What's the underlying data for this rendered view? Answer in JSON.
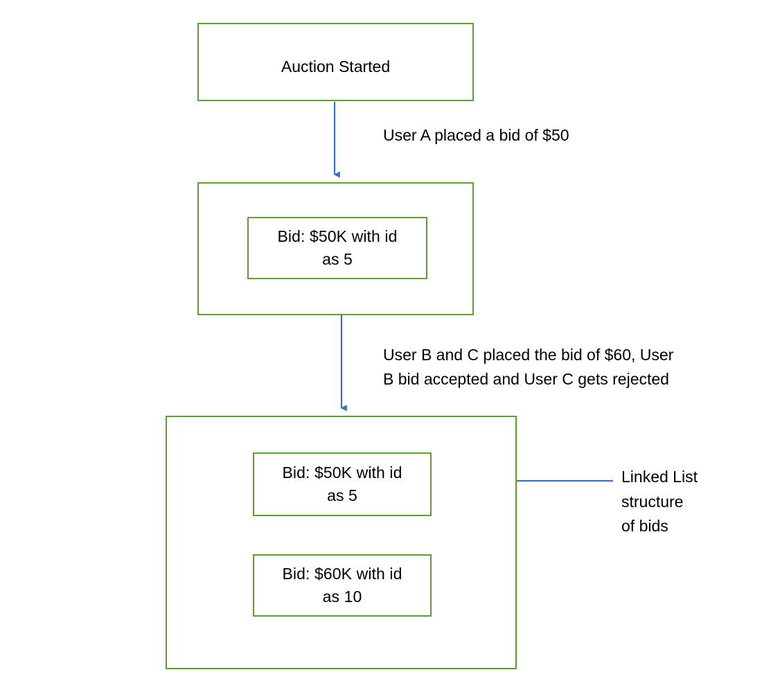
{
  "diagram": {
    "title": "Auction bid linked list flow",
    "colors": {
      "box_border": "#5f9e33",
      "arrow": "#3f6fb5",
      "background": "#ffffff",
      "text": "#000000"
    },
    "nodes": {
      "auction_started": {
        "label": "Auction Started"
      },
      "state_one": {
        "bid_50k": "Bid: $50K with id\nas 5"
      },
      "state_two": {
        "bid_50k": "Bid: $50K with id\nas 5",
        "bid_60k": "Bid: $60K with id\nas 10"
      }
    },
    "edges": {
      "edge_one_label": "User A placed a bid of $50",
      "edge_two_label": "User B and C placed the bid of $60, User\nB bid accepted and User C gets rejected",
      "annotation_label": "Linked List\nstructure\nof bids"
    }
  }
}
